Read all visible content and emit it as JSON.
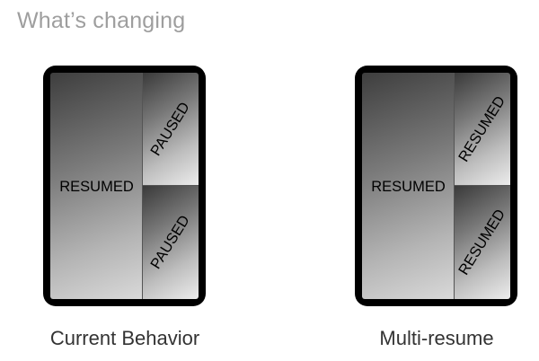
{
  "header": {
    "title": "What’s changing"
  },
  "diagrams": [
    {
      "main_label": "RESUMED",
      "top_label": "PAUSED",
      "bottom_label": "PAUSED",
      "caption": "Current Behavior"
    },
    {
      "main_label": "RESUMED",
      "top_label": "RESUMED",
      "bottom_label": "RESUMED",
      "caption": "Multi-resume"
    }
  ],
  "colors": {
    "title": "#9e9e9e",
    "device_frame": "#000000",
    "caption": "#333333"
  }
}
